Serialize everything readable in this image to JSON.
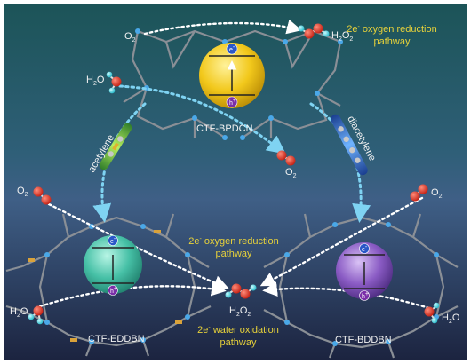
{
  "frameworks": {
    "top": "CTF-BPDCN",
    "left": "CTF-EDDBN",
    "right": "CTF-BDDBN"
  },
  "linkers": {
    "left": "acetylene",
    "right": "diacetylene"
  },
  "pathways": {
    "top_line1": "2e",
    "top_sup": "-",
    "top_line1_rest": " oxygen reduction",
    "top_line2": "pathway",
    "mid_line1": "2e",
    "mid_sup": "-",
    "mid_line1_rest": " oxygen reduction",
    "mid_line2": "pathway",
    "bottom_line1": "2e",
    "bottom_sup": "-",
    "bottom_line1_rest": " water oxidation",
    "bottom_line2": "pathway"
  },
  "species": {
    "o2_main": "O",
    "o2_sub": "2",
    "h2o_h": "H",
    "h2o_sub": "2",
    "h2o_o": "O",
    "h2o2_h": "H",
    "h2o2_sub1": "2",
    "h2o2_o": "O",
    "h2o2_sub2": "2"
  },
  "carriers": {
    "electron": "e",
    "electron_sup": "-",
    "hole": "h",
    "hole_sup": "+"
  },
  "colors": {
    "bg_top": "#1c5458",
    "bg_mid": "#3f5f86",
    "bg_bottom": "#1c2440",
    "label_yellow": "#e8d23a",
    "sphere_yellow": "#f2c81b",
    "sphere_teal": "#46c0a6",
    "sphere_purple": "#8a5bc4",
    "oxygen_red": "#e23b2a",
    "hydrogen_cyan": "#3fd7e3",
    "electron_blue": "#2a57c8",
    "hole_purple": "#7a2fa8"
  }
}
